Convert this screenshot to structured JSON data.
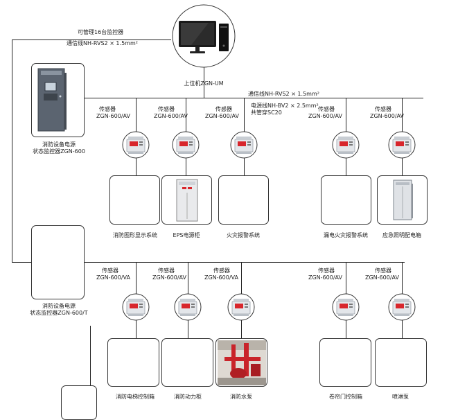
{
  "top": {
    "monitor_count_note": "可管理16台监控器",
    "comm_line_top": "通信线NH-RVS2 × 1.5mm²",
    "host_label": "上位机ZGN-UM"
  },
  "panel_main": {
    "label_line1": "消防设备电源",
    "label_line2": "状态监控器ZGN-600"
  },
  "panel_sub": {
    "label_line1": "消防设备电源",
    "label_line2": "状态监控器ZGN-600/T"
  },
  "bus_notes": {
    "comm": "通信线NH-RVS2 × 1.5mm²",
    "power": "电源线NH-BV2 × 2.5mm²",
    "conduit": "共管穿SC20"
  },
  "row1": [
    {
      "sensor": "传感器",
      "model": "ZGN-600/AV",
      "system": "消防图形显示系统"
    },
    {
      "sensor": "传感器",
      "model": "ZGN-600/AV",
      "system": "EPS电源柜"
    },
    {
      "sensor": "传感器",
      "model": "ZGN-600/AV",
      "system": "火灾报警系统"
    },
    {
      "sensor": "传感器",
      "model": "ZGN-600/AV",
      "system": "漏电火灾报警系统"
    },
    {
      "sensor": "传感器",
      "model": "ZGN-600/AV",
      "system": "应急照明配电箱"
    }
  ],
  "row2": [
    {
      "sensor": "传感器",
      "model": "ZGN-600/VA",
      "system": "消防电梯控制箱"
    },
    {
      "sensor": "传感器",
      "model": "ZGN-600/AV",
      "system": "消防动力柜"
    },
    {
      "sensor": "传感器",
      "model": "ZGN-600/VA",
      "system": "消防水泵"
    },
    {
      "sensor": "传感器",
      "model": "ZGN-600/AV",
      "system": "卷帘门控制箱"
    },
    {
      "sensor": "传感器",
      "model": "ZGN-600/AV",
      "system": "喷淋泵"
    }
  ],
  "colors": {
    "line": "#222222",
    "meter_screen": "#d8262c",
    "pump_red": "#c9242a"
  }
}
